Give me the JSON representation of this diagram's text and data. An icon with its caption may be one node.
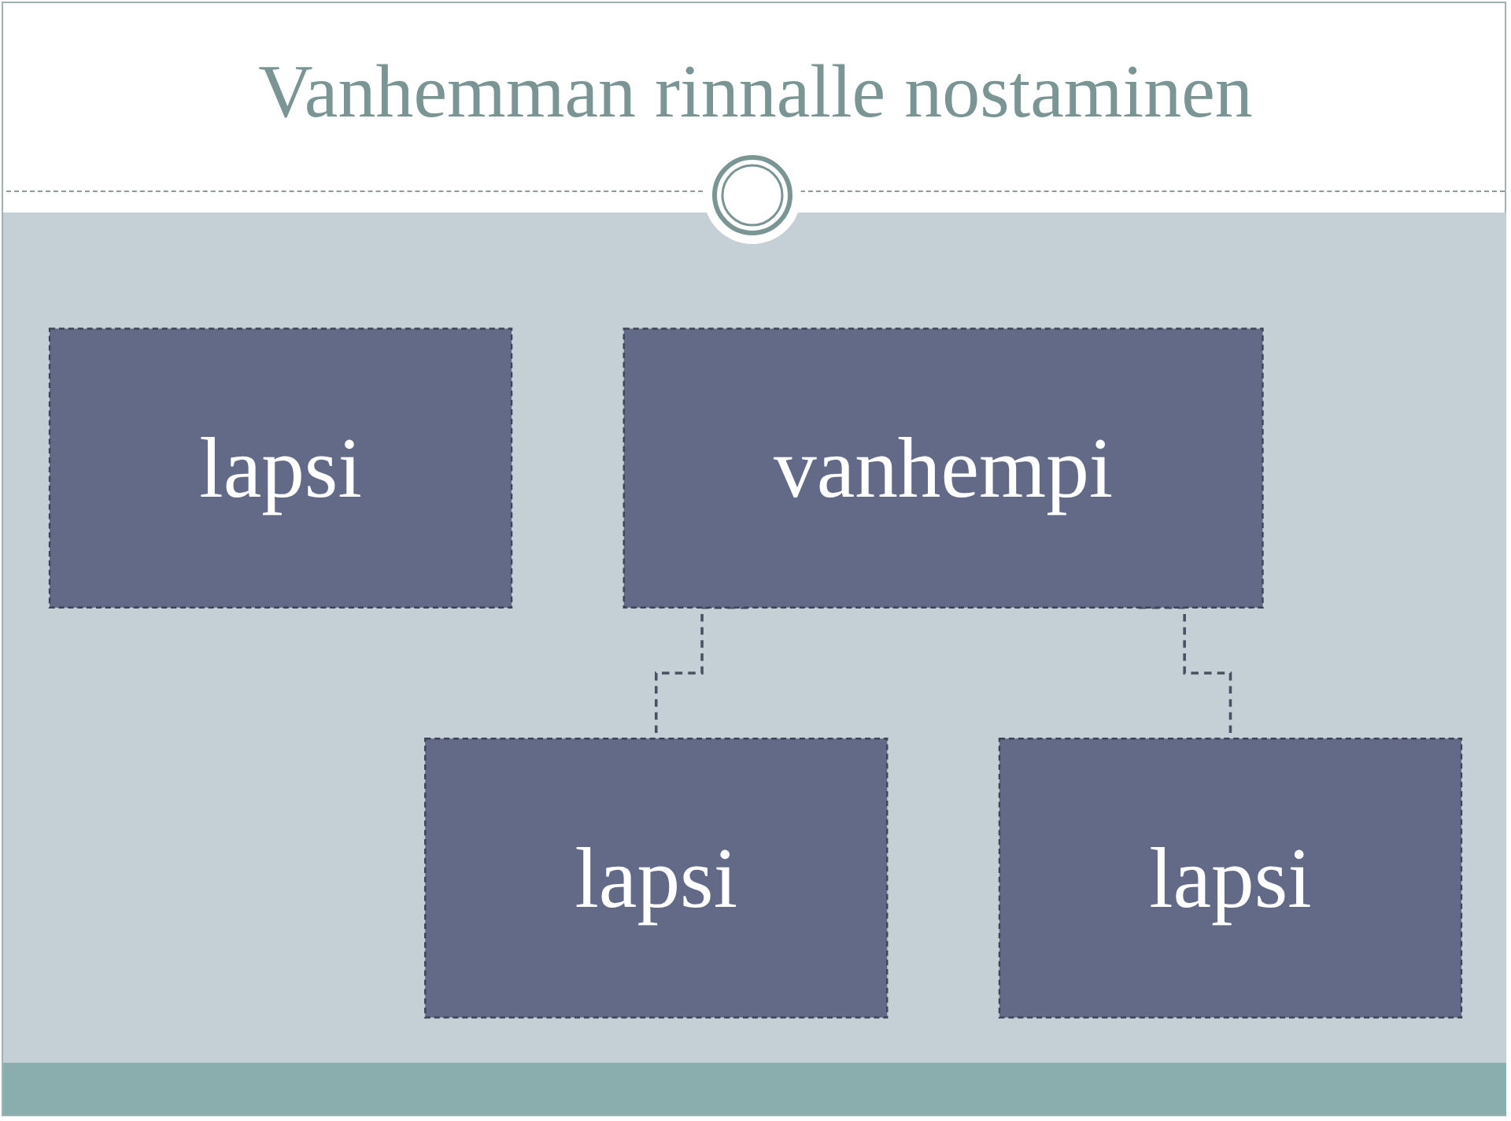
{
  "diagram": {
    "title": "Vanhemman rinnalle nostaminen",
    "nodes": [
      {
        "text": [
          "lapsi"
        ]
      },
      {
        "text": [
          "vanhempi"
        ]
      },
      {
        "text": [
          "lapsi"
        ]
      },
      {
        "text": [
          "lapsi"
        ]
      }
    ],
    "edges": [
      {
        "from": 1,
        "to": 2,
        "arrow": "none",
        "style": "dashed"
      },
      {
        "from": 1,
        "to": 3,
        "arrow": "none",
        "style": "dashed"
      }
    ]
  }
}
